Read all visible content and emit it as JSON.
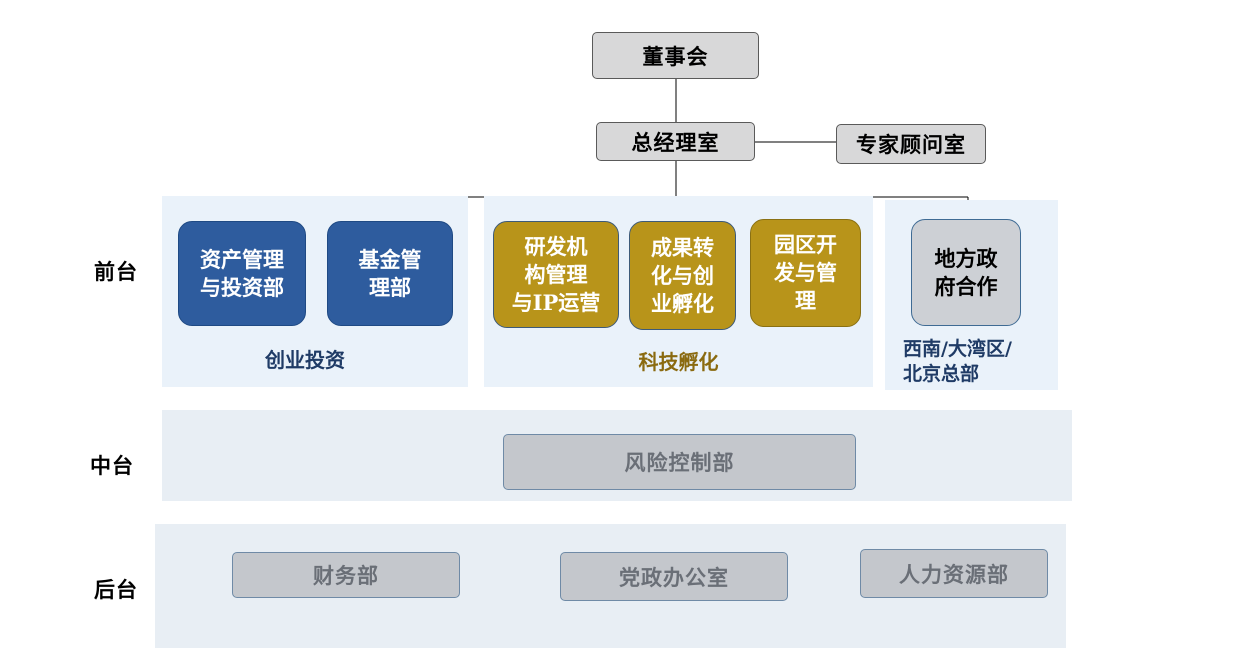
{
  "top": {
    "board": "董事会",
    "gm_office": "总经理室",
    "expert_office": "专家顾问室"
  },
  "tiers": {
    "front": "前台",
    "middle": "中台",
    "back": "后台"
  },
  "front_groups": {
    "venture": {
      "caption": "创业投资",
      "caption_color": "#1f3b66",
      "units": [
        "资产管理\n与投资部",
        "基金管\n理部"
      ]
    },
    "tech": {
      "caption": "科技孵化",
      "caption_color": "#8a6a10",
      "units": [
        "研发机\n构管理\n与IP运营",
        "成果转\n化与创\n业孵化",
        "园区开\n发与管\n理"
      ]
    },
    "local": {
      "unit": "地方政\n府合作",
      "caption": "西南/大湾区/\n北京总部",
      "caption_color": "#1f3b66"
    }
  },
  "middle_units": [
    "风险控制部"
  ],
  "back_units": [
    "财务部",
    "党政办公室",
    "人力资源部"
  ],
  "colors": {
    "venture_blue": "#2e5c9e",
    "tech_gold": "#b8941a",
    "panel_bg": "#eaf2fa",
    "dept_gray": "#c4c7cc"
  }
}
